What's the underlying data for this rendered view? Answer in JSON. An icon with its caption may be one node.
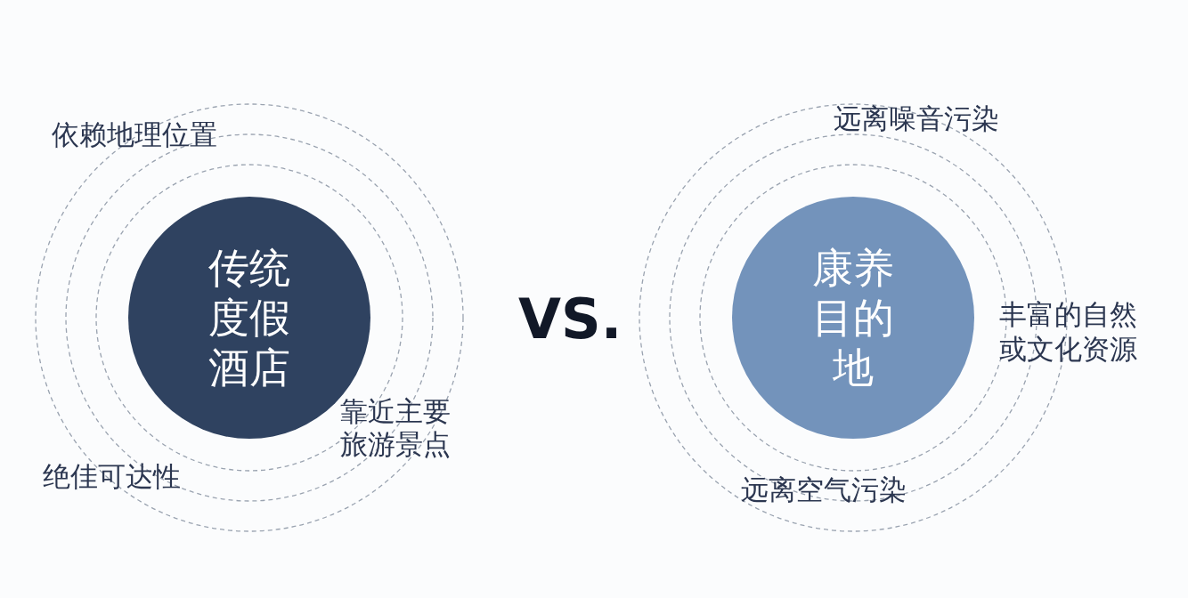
{
  "diagram": {
    "nodes": [
      {
        "text": [
          "传统度假酒店"
        ]
      },
      {
        "text": [
          "康养目的地"
        ]
      }
    ],
    "edges": [],
    "labels": [
      "依赖地理位置",
      "靠近主要旅游景点",
      "绝佳可达性",
      "VS.",
      "远离噪音污染",
      "丰富的自然或文化资源",
      "远离空气污染"
    ]
  }
}
